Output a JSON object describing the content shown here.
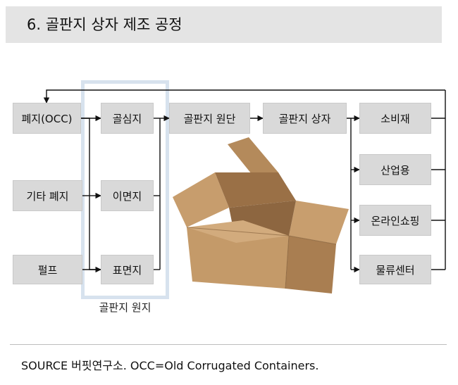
{
  "header": {
    "title": "6. 골판지 상자 제조 공정"
  },
  "diagram": {
    "nodes": [
      {
        "id": "waste-occ",
        "label": "폐지(OCC)"
      },
      {
        "id": "other-waste",
        "label": "기타 폐지"
      },
      {
        "id": "pulp",
        "label": "펄프"
      },
      {
        "id": "corrugating-medium",
        "label": "골심지"
      },
      {
        "id": "liner-back",
        "label": "이면지"
      },
      {
        "id": "liner-front",
        "label": "표면지"
      },
      {
        "id": "corrugated-sheet",
        "label": "골판지 원단"
      },
      {
        "id": "corrugated-box",
        "label": "골판지 상자"
      },
      {
        "id": "consumer-goods",
        "label": "소비재"
      },
      {
        "id": "industrial",
        "label": "산업용"
      },
      {
        "id": "online-shopping",
        "label": "온라인쇼핑"
      },
      {
        "id": "logistics-center",
        "label": "물류센터"
      }
    ],
    "group_label": "골판지 원지",
    "image": "cardboard-box-photo"
  },
  "footer": {
    "source": "SOURCE 버핏연구소. OCC=Old Corrugated Containers."
  }
}
